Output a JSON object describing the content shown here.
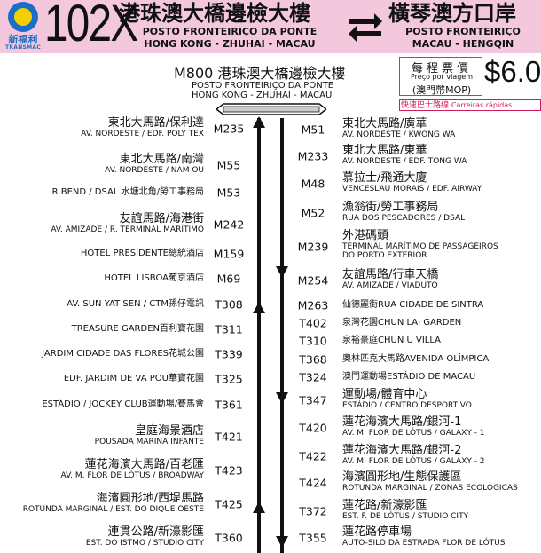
{
  "header": {
    "logo_cn": "新福利",
    "logo_en": "TRANSMAC",
    "route": "102X",
    "origin_cn": "港珠澳大橋邊檢大樓",
    "origin_pt": "POSTO FRONTEIRIÇO DA PONTE",
    "origin_en": "HONG KONG - ZHUHAI - MACAU",
    "dest_cn": "橫琴澳方口岸",
    "dest_pt": "POSTO FRONTEIRIÇO",
    "dest_en": "MACAU - HENGQIN"
  },
  "fare": {
    "label_cn": "每程票價",
    "label_pt": "Preço por viagem",
    "unit": "(澳門幣MOP)",
    "amount": "$6.0",
    "express_cn": "快速巴士路線",
    "express_pt": "Carreiras rápidas"
  },
  "terminal_top": {
    "cn": "M800 港珠澳大橋邊檢大樓",
    "pt": "POSTO FRONTEIRIÇO DA PONTE",
    "en": "HONG KONG - ZHUHAI - MACAU"
  },
  "left_stops": [
    {
      "code": "M235",
      "cn": "東北大馬路/保利達",
      "pt": "AV. NORDESTE / EDF. POLY TEX"
    },
    {
      "code": "M55",
      "cn": "東北大馬路/南灣",
      "pt": "AV. NORDESTE / NAM OU"
    },
    {
      "code": "M53",
      "one": "R BEND / DSAL 水塘北角/勞工事務局"
    },
    {
      "code": "M242",
      "cn": "友誼馬路/海港街",
      "pt": "AV. AMIZADE / R. TERMINAL MARÍTIMO"
    },
    {
      "code": "M159",
      "one": "HOTEL PRESIDENTE總統酒店"
    },
    {
      "code": "M69",
      "one": "HOTEL LISBOA葡京酒店"
    },
    {
      "code": "T308",
      "one": "AV. SUN YAT SEN / CTM孫仔電訊"
    },
    {
      "code": "T311",
      "one": "TREASURE GARDEN百利寶花園"
    },
    {
      "code": "T339",
      "one": "JARDIM CIDADE DAS FLORES花城公園"
    },
    {
      "code": "T325",
      "one": "EDF. JARDIM DE VA POU華寶花園"
    },
    {
      "code": "T361",
      "one": "ESTÁDIO / JOCKEY CLUB運動場/賽馬會"
    },
    {
      "code": "T421",
      "cn": "皇庭海景酒店",
      "pt": "POUSADA MARINA INFANTE"
    },
    {
      "code": "T423",
      "cn": "蓮花海濱大馬路/百老匯",
      "pt": "AV. M. FLOR DE LÓTUS / BROADWAY"
    },
    {
      "code": "T425",
      "cn": "海濱圓形地/西堤馬路",
      "pt": "ROTUNDA MARGINAL / EST. DO DIQUE OESTE"
    },
    {
      "code": "T360",
      "cn": "連貫公路/新濠影匯",
      "pt": "EST. DO ISTMO / STUDIO CITY"
    }
  ],
  "right_stops": [
    {
      "code": "M51",
      "cn": "東北大馬路/廣華",
      "pt": "AV. NORDESTE / KWONG WA"
    },
    {
      "code": "M233",
      "cn": "東北大馬路/東華",
      "pt": "AV. NORDESTE / EDF. TONG WA"
    },
    {
      "code": "M48",
      "cn": "慕拉士/飛通大廈",
      "pt": "VENCESLAU MORAIS / EDF. AIRWAY"
    },
    {
      "code": "M52",
      "cn": "漁翁街/勞工事務局",
      "pt": "RUA DOS PESCADORES / DSAL"
    },
    {
      "code": "M239",
      "cn": "外港碼頭",
      "pt": "TERMINAL MARÍTIMO DE PASSAGEIROS",
      "pt2": "DO PORTO EXTERIOR"
    },
    {
      "code": "M254",
      "cn": "友誼馬路/行車天橋",
      "pt": "AV. AMIZADE / VIADUTO"
    },
    {
      "code": "M263",
      "one": "仙德麗街RUA CIDADE DE SINTRA"
    },
    {
      "code": "T402",
      "one": "泉灣花園CHUN LAI GARDEN"
    },
    {
      "code": "T310",
      "one": "泉裕豪庭CHUN U VILLA"
    },
    {
      "code": "T368",
      "one": "奧林匹克大馬路AVENIDA OLÍMPICA"
    },
    {
      "code": "T324",
      "one": "澳門運動場ESTÁDIO DE MACAU"
    },
    {
      "code": "T347",
      "cn": "運動場/體育中心",
      "pt": "ESTÁDIO / CENTRO DESPORTIVO"
    },
    {
      "code": "T420",
      "cn": "蓮花海濱大馬路/銀河-1",
      "pt": "AV. M. FLOR DE LÓTUS / GALAXY - 1"
    },
    {
      "code": "T422",
      "cn": "蓮花海濱大馬路/銀河-2",
      "pt": "AV. M. FLOR DE LÓTUS / GALAXY - 2"
    },
    {
      "code": "T424",
      "cn": "海濱圓形地/生態保護區",
      "pt": "ROTUNDA MARGINAL / ZONAS ECOLÓGICAS"
    },
    {
      "code": "T372",
      "cn": "蓮花路/新濠影匯",
      "pt": "EST. F. DE LÓTUS / STUDIO CITY"
    },
    {
      "code": "T355",
      "cn": "蓮花路停車場",
      "pt": "AUTO-SILO DA ESTRADA FLOR DE LÓTUS"
    }
  ]
}
